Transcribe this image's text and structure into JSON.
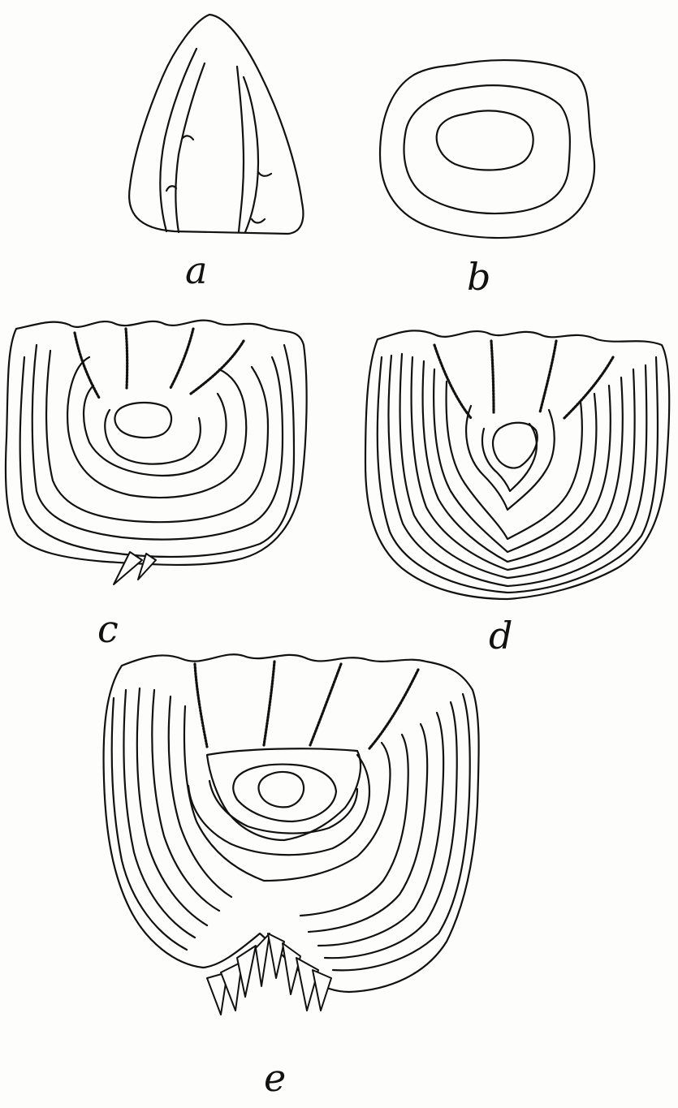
{
  "figures": [
    {
      "id": "a",
      "label": "a"
    },
    {
      "id": "b",
      "label": "b"
    },
    {
      "id": "c",
      "label": "c"
    },
    {
      "id": "d",
      "label": "d"
    },
    {
      "id": "e",
      "label": "e"
    }
  ],
  "colors": {
    "ink": "#111111",
    "paper": "#fdfdfb"
  }
}
